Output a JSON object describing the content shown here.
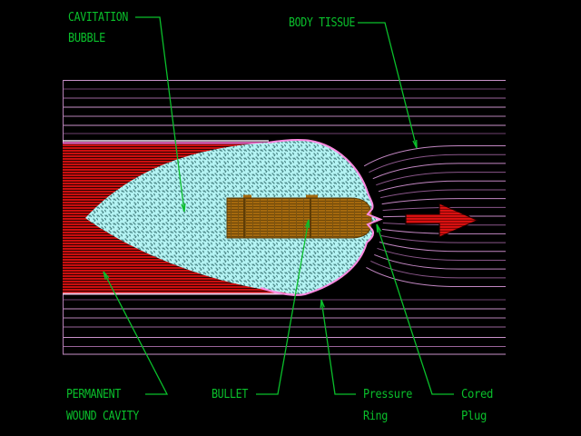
{
  "labels": {
    "cavitation_bubble": {
      "line1": "CAVITATION",
      "line2": "BUBBLE"
    },
    "body_tissue": {
      "line1": "BODY TISSUE"
    },
    "permanent_wound_cavity": {
      "line1": "PERMANENT",
      "line2": "WOUND CAVITY"
    },
    "bullet": {
      "line1": "BULLET"
    },
    "pressure_ring": {
      "line1": "Pressure",
      "line2": "Ring"
    },
    "cored_plug": {
      "line1": "Cored",
      "line2": "Plug"
    }
  },
  "colors": {
    "background": "#000000",
    "label_green": "#0abf2b",
    "leader_green": "#0abf2b",
    "tissue_light": "#ca92ca",
    "tissue_dark": "#6f426f",
    "tissue_mid": "#9a649a",
    "tissue_soft": "#b580b5",
    "curve_light": "#c286c2",
    "curve_dark": "#8a568a",
    "boundary_white": "#efe2ef",
    "boundary_magenta": "#ff6ed2",
    "boundary_pale": "#eec6e6",
    "wound_red_bright": "#ce0f0f",
    "wound_red_dark": "#330202",
    "bubble_cyan": "#b5f4f4",
    "bubble_hatch": "#4e8a8a",
    "bubble_outline_pink": "#ff8ae2",
    "bullet_brown": "#a4690e",
    "bullet_hatch_dark": "#6f4708",
    "bullet_outline": "#5c3c06",
    "arrow_red_bright": "#e01111",
    "arrow_red_dark": "#7a0404"
  }
}
